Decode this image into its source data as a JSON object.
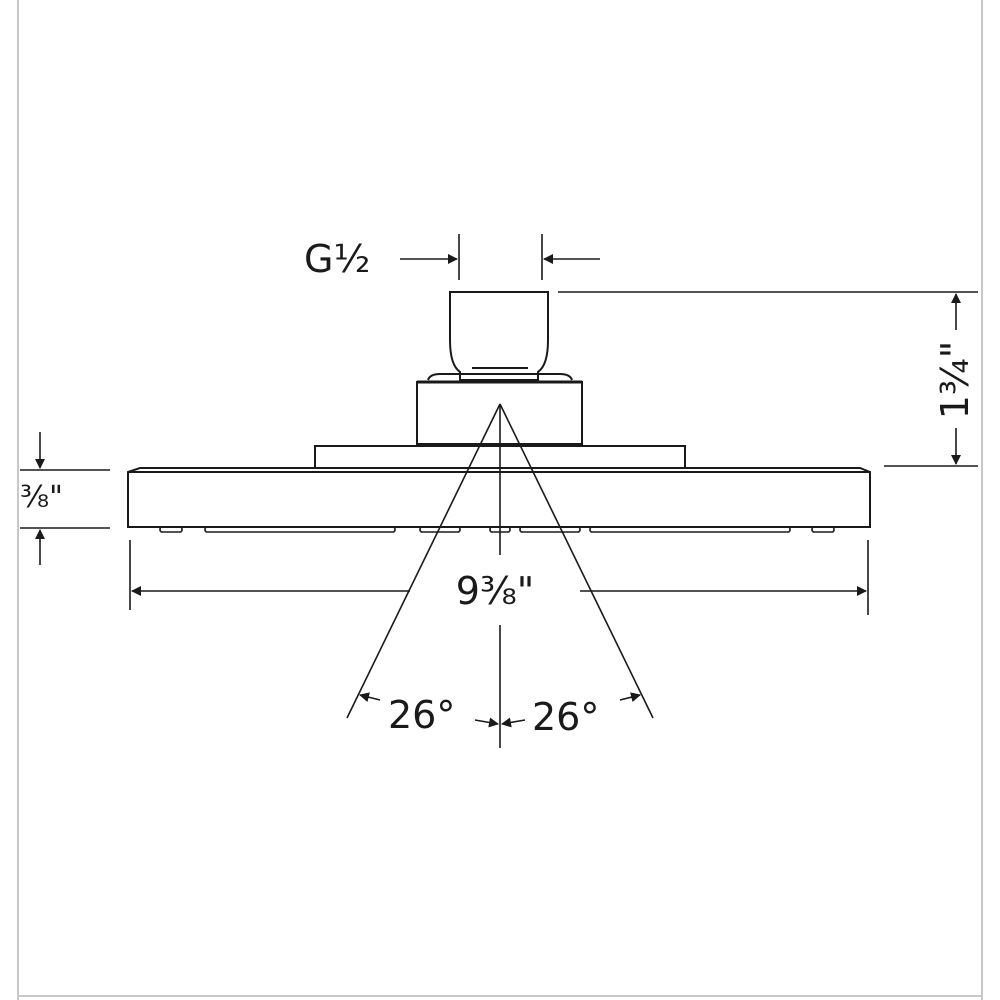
{
  "diagram": {
    "dimensions": {
      "thread": "G½",
      "total_height": "1¾\"",
      "plate_thickness": "³⁄₈\"",
      "diameter": "9³⁄₈\"",
      "spray_angle_left": "26°",
      "spray_angle_right": "26°"
    },
    "colors": {
      "line": "#1a1a1a",
      "background": "#ffffff",
      "frame": "#c8c8c8"
    }
  }
}
